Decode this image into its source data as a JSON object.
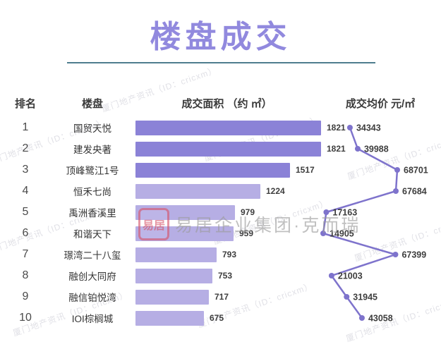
{
  "title": "楼盘成交",
  "table": {
    "headers": {
      "rank": "排名",
      "name": "楼盘",
      "area": "成交面积 （约 ㎡）",
      "price": "成交均价 元/㎡"
    }
  },
  "chart_data": {
    "type": "bar",
    "title": "楼盘成交",
    "ranks": [
      1,
      2,
      3,
      4,
      5,
      6,
      7,
      8,
      9,
      10
    ],
    "categories": [
      "国贸天悦",
      "建发央著",
      "顶峰鹭江1号",
      "恒禾七尚",
      "禹洲香溪里",
      "和谐天下",
      "璟湾二十八玺",
      "融创大同府",
      "融信铂悦湾",
      "IOI棕榈城"
    ],
    "series": [
      {
        "name": "成交面积 （约 ㎡）",
        "type": "bar",
        "values": [
          1821,
          1821,
          1517,
          1224,
          979,
          959,
          793,
          753,
          717,
          675
        ]
      },
      {
        "name": "成交均价 元/㎡",
        "type": "line",
        "values": [
          34343,
          39988,
          68701,
          67684,
          17163,
          14905,
          67399,
          21003,
          31945,
          43058
        ]
      }
    ],
    "area_axis_max": 1821,
    "price_axis_range": [
      14905,
      68701
    ],
    "highlight_top_bars": 3,
    "legend_position": "none",
    "grid": false
  },
  "watermark": {
    "seal_text": "易居",
    "center_text": "易居企业集团·克而瑞",
    "bg_text": "厦门地产资讯（ID：cricxm）"
  },
  "colors": {
    "title": "#9189de",
    "underline": "#4e7d8e",
    "bar_top": "#8b82d7",
    "bar_rest": "#b6aee4",
    "line": "#7e73cc",
    "text": "#3d3d3d",
    "wm": "#9b9b9b",
    "seal": "#d8566b",
    "bgwm": "#c8c8d2"
  }
}
